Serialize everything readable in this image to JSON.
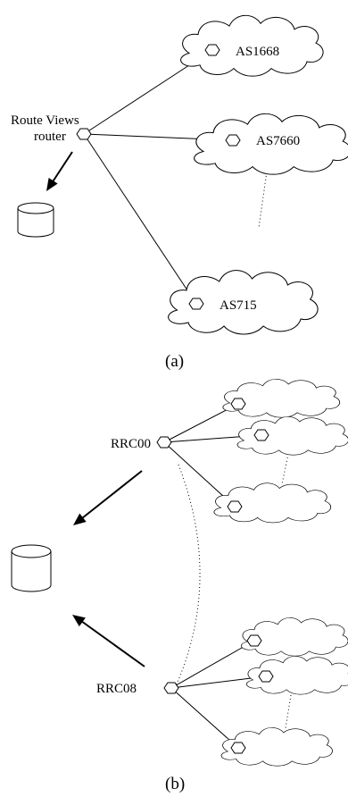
{
  "panel_a": {
    "router_label_line1": "Route Views",
    "router_label_line2": "router",
    "as_labels": [
      "AS1668",
      "AS7660",
      "AS715"
    ],
    "caption": "(a)"
  },
  "panel_b": {
    "collector_1_label": "RRC00",
    "collector_2_label": "RRC08",
    "caption": "(b)"
  }
}
